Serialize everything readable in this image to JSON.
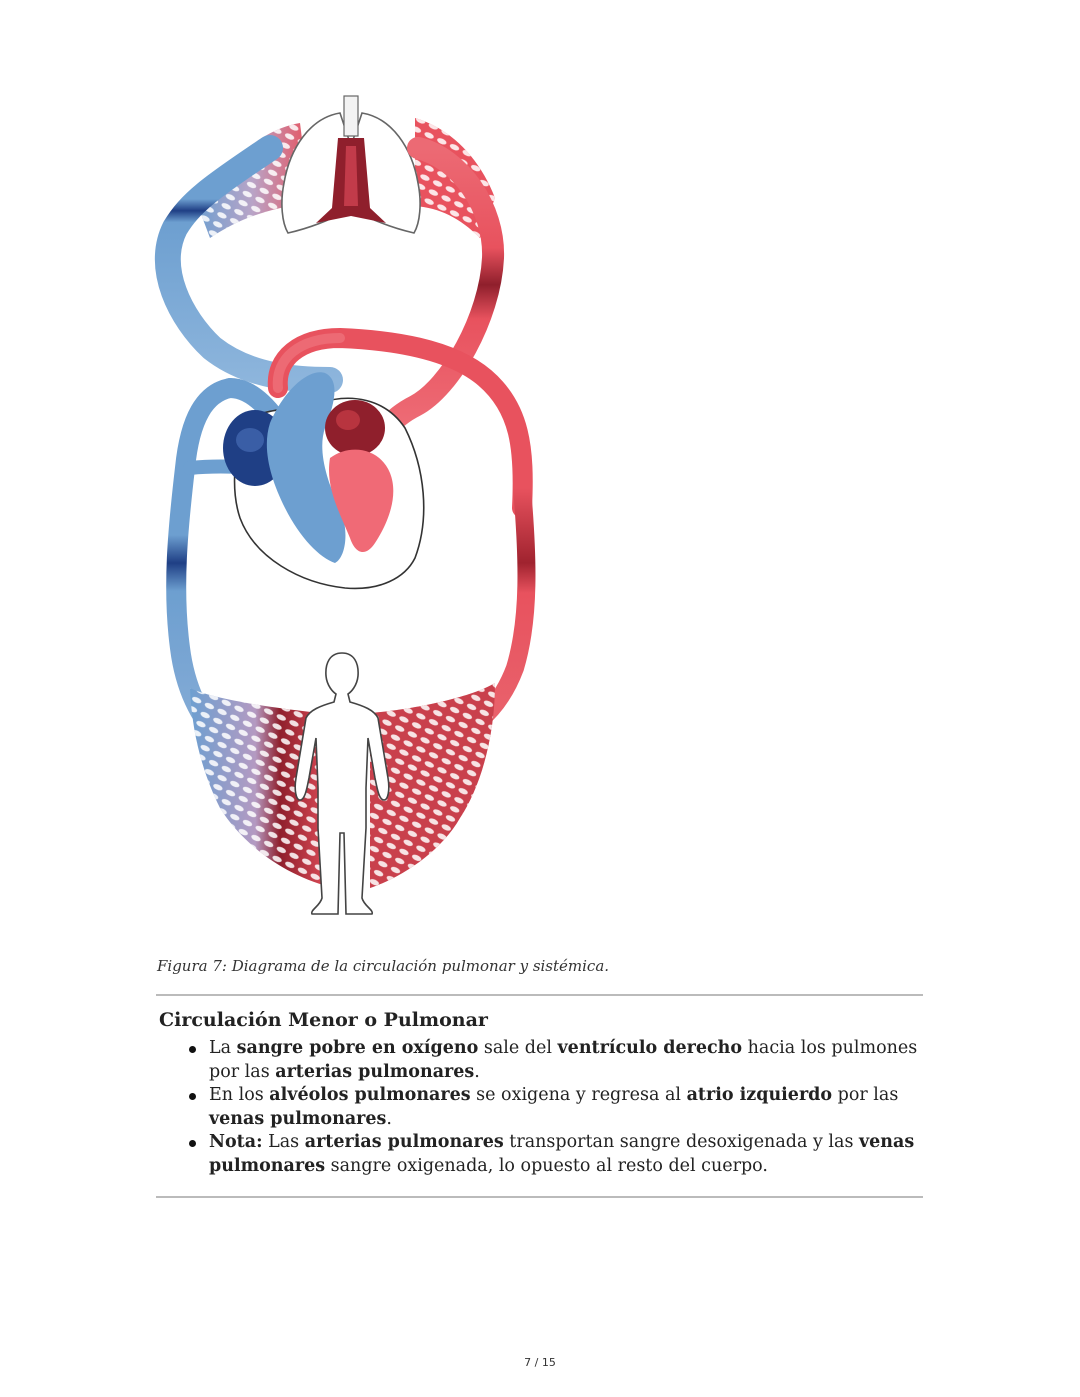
{
  "figure": {
    "caption": "Figura 7: Diagrama de la circulación pulmonar y sistémica.",
    "colors": {
      "oxygenated": "#e8525e",
      "deoxygenated": "#5f95c9",
      "dark_oxygenated": "#8f1f2c",
      "dark_deoxygenated": "#1f3f85"
    }
  },
  "section": {
    "title": "Circulación Menor o Pulmonar",
    "bullets": [
      {
        "t1": "La ",
        "b1": "sangre pobre en oxígeno",
        "t2": " sale del ",
        "b2": "ventrículo derecho",
        "t3": " hacia los pulmones por las ",
        "b3": "arterias pulmonares",
        "t4": "."
      },
      {
        "t1": "En los ",
        "b1": "alvéolos pulmonares",
        "t2": " se oxigena y regresa al ",
        "b2": "atrio izquierdo",
        "t3": " por las ",
        "b3": "venas pulmonares",
        "t4": "."
      },
      {
        "b0": "Nota:",
        "t1": " Las ",
        "b1": "arterias pulmonares",
        "t2": " transportan sangre desoxigenada y las ",
        "b2": "venas pulmonares",
        "t3": " sangre oxigenada, lo opuesto al resto del cuerpo."
      }
    ]
  },
  "footer": {
    "page_indicator": "7 / 15"
  }
}
